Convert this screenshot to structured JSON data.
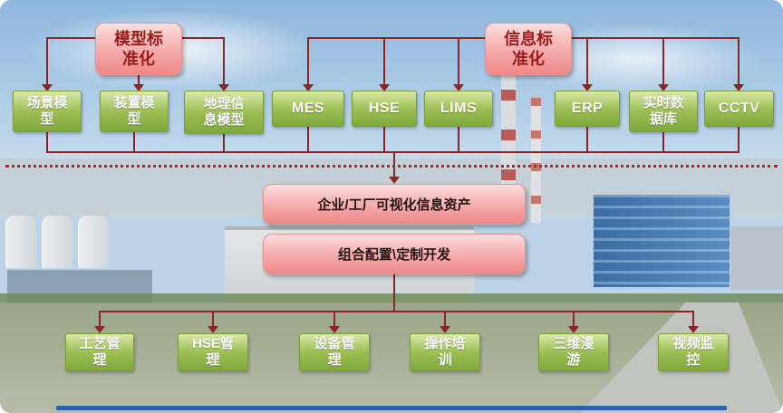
{
  "diagram": {
    "standards": [
      {
        "label": "模型标准化"
      },
      {
        "label": "信息标准化"
      }
    ],
    "model_sources": [
      {
        "label": "场景模型"
      },
      {
        "label": "装置模型"
      },
      {
        "label": "地理信息模型"
      }
    ],
    "info_sources": [
      {
        "label": "MES"
      },
      {
        "label": "HSE"
      },
      {
        "label": "LIMS"
      },
      {
        "label": "ERP"
      },
      {
        "label": "实时数据库"
      },
      {
        "label": "CCTV"
      }
    ],
    "platform": [
      {
        "label": "企业/工厂可视化信息资产"
      },
      {
        "label": "组合配置\\定制开发"
      }
    ],
    "applications": [
      {
        "label": "工艺管理"
      },
      {
        "label": "HSE管理"
      },
      {
        "label": "设备管理"
      },
      {
        "label": "操作培训"
      },
      {
        "label": "三维漫游"
      },
      {
        "label": "视频监控"
      }
    ],
    "colors": {
      "arrow": "#8b2626",
      "green_box": "#7fa93c",
      "pink_box": "#ee8888",
      "divider": "#8f342c"
    }
  }
}
